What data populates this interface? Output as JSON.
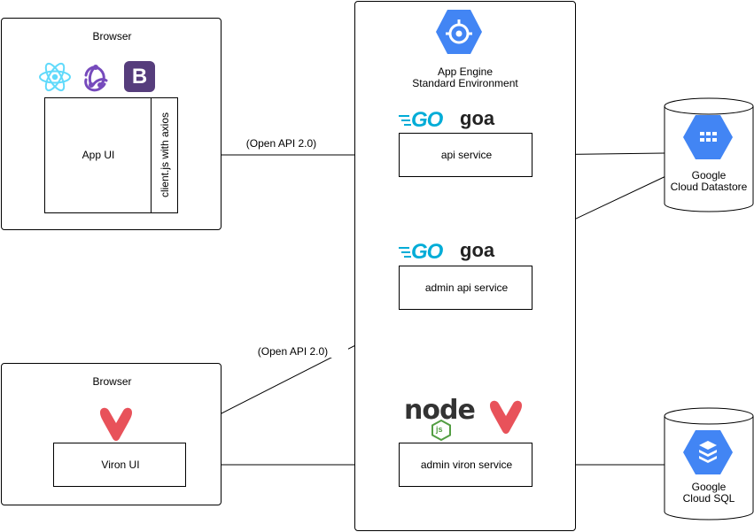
{
  "browser_top": {
    "title": "Browser",
    "app_ui": "App UI",
    "client": "client.js with axios",
    "logos": [
      "react-icon",
      "redux-icon",
      "bootstrap-icon"
    ],
    "bootstrap_letter": "B"
  },
  "browser_bottom": {
    "title": "Browser",
    "viron_ui": "Viron UI"
  },
  "app_engine": {
    "title_line1": "App Engine",
    "title_line2": "Standard Environment",
    "services": [
      "api service",
      "admin api service",
      "admin viron service"
    ],
    "go_label": "GO",
    "goa_label": "goa",
    "node_label": "node",
    "js_label": "js"
  },
  "connections": {
    "open_api_1": "(Open API 2.0)",
    "open_api_2": "(Open API 2.0)"
  },
  "datastore": {
    "line1": "Google",
    "line2": "Cloud Datastore"
  },
  "cloudsql": {
    "line1": "Google",
    "line2": "Cloud SQL"
  },
  "colors": {
    "gcp_blue": "#4285f4",
    "go_teal": "#00acd7",
    "viron_red": "#e8525a",
    "react_cyan": "#61dafb",
    "redux_purple": "#764abc",
    "bootstrap_purple": "#563d7c",
    "node_dark": "#333333",
    "node_green": "#539e43"
  }
}
